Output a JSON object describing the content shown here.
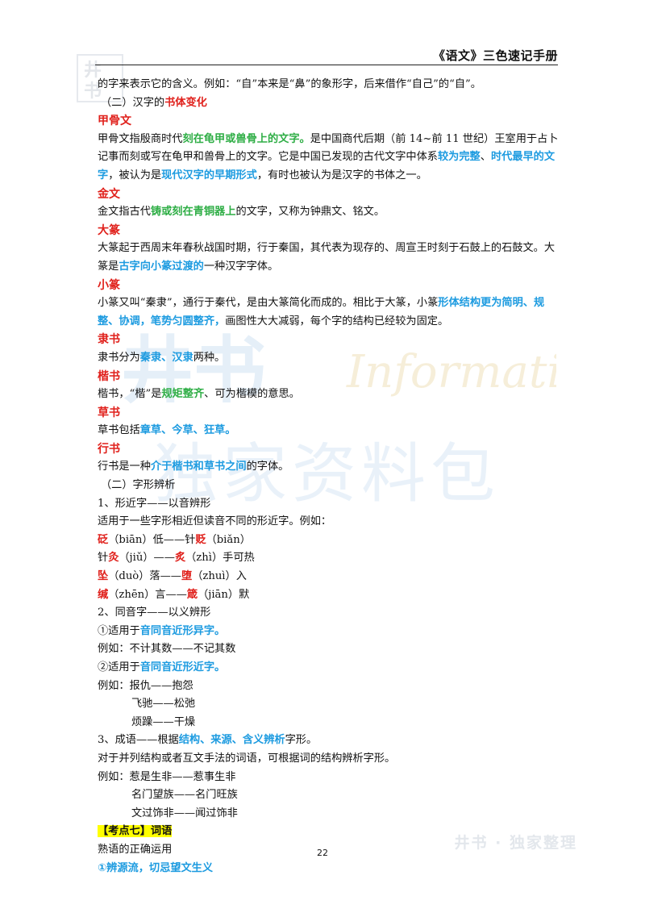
{
  "header": {
    "title": "《语文》三色速记手册"
  },
  "lines": {
    "l01": [
      "的字来表示它的含义。例如：“自”本来是“鼻”的象形字，后来借作“自己”的“自”。"
    ],
    "l02": [
      "（二）汉字的",
      "书体变化"
    ],
    "l03": [
      "甲骨文"
    ],
    "l04": [
      "甲骨文指殷商时代",
      "刻在龟甲或兽骨上的文字。",
      "是中国商代后期（前 14~前 11 世纪）王室用于占卜记事而刻或写在龟甲和兽骨上的文字。它是中国已发现的古代文字中体系",
      "较为完整",
      "、",
      "时代最早的文字",
      "，被认为是",
      "现代汉字的早期形式",
      "，有时也被认为是汉字的书体之一。"
    ],
    "l06": [
      "金文"
    ],
    "l07": [
      "金文指古代",
      "铸或刻在青铜器上",
      "的文字，又称为钟鼎文、铭文。"
    ],
    "l08": [
      "大篆"
    ],
    "l09": [
      "大篆起于西周末年春秋战国时期，行于秦国，其代表为现存的、周宣王时刻于石鼓上的石鼓文。大篆是",
      "古字向小篆过渡的",
      "一种汉字字体。"
    ],
    "l11": [
      "小篆"
    ],
    "l12": [
      "小篆又叫“秦隶”，通行于秦代，是由大篆简化而成的。相比于大篆，小篆",
      "形体结构更为简明、规整、协调，笔势匀圆整齐，",
      "画图性大大减弱，每个字的结构已经较为固定。"
    ],
    "l14": [
      "隶书"
    ],
    "l15": [
      "隶书分为",
      "秦隶、汉隶",
      "两种。"
    ],
    "l16": [
      "楷书"
    ],
    "l17": [
      "楷书，“楷”是",
      "规矩整齐",
      "、可为楷模的意思。"
    ],
    "l18": [
      "草书"
    ],
    "l19": [
      "草书包括",
      "章草、今草、狂草。"
    ],
    "l20": [
      "行书"
    ],
    "l21": [
      "行书是一种",
      "介于楷书和草书之间",
      "的字体。"
    ],
    "l22": [
      "（二）字形辨析"
    ],
    "l23": [
      "1、形近字——以音辨形"
    ],
    "l24": [
      "适用于一些字形相近但读音不同的形近字。例如："
    ],
    "l25": [
      "砭",
      "（biān）低——针",
      "贬",
      "（biǎn）"
    ],
    "l26": [
      "针",
      "灸",
      "（jiǔ）——",
      "炙",
      "（zhì）手可热"
    ],
    "l27": [
      "坠",
      "（duò）落——",
      "堕",
      "（zhuì）入"
    ],
    "l28": [
      "缄",
      "（zhēn）言——",
      "箴",
      "（jiān）默"
    ],
    "l29": [
      "2、同音字——以义辨形"
    ],
    "l30": [
      "①适用于",
      "音同音近形异字。"
    ],
    "l31": [
      "例如：不计其数——不记其数"
    ],
    "l32": [
      "②适用于",
      "音同音近形近字。"
    ],
    "l33": [
      "例如：报仇——抱怨"
    ],
    "l34": [
      "飞驰——松弛"
    ],
    "l35": [
      "烦躁——干燥"
    ],
    "l36": [
      "3、成语——根据",
      "结构、来源、含义辨析",
      "字形。"
    ],
    "l37": [
      "对于并列结构或者互文手法的词语，可根据词的结构辨析字形。"
    ],
    "l38": [
      "例如：惹是生非——惹事生非"
    ],
    "l39": [
      "名门望族——名门旺族"
    ],
    "l40": [
      "文过饰非——闻过饰非"
    ],
    "l41": [
      "【考点七】词语"
    ],
    "l42": [
      "熟语的正确运用"
    ],
    "l43": [
      "①辨源流，切忌望文生义"
    ]
  },
  "footer": {
    "page_number": "22",
    "watermark": "井书 · 独家整理"
  },
  "watermark": {
    "logo_chars": [
      "井",
      "书"
    ],
    "big_left": "井书",
    "big_center": "独家资料包",
    "big_script": "Information"
  },
  "colors": {
    "red": "#e0201b",
    "green": "#2fae46",
    "blue": "#1d9be0",
    "highlight": "#ffff00"
  }
}
